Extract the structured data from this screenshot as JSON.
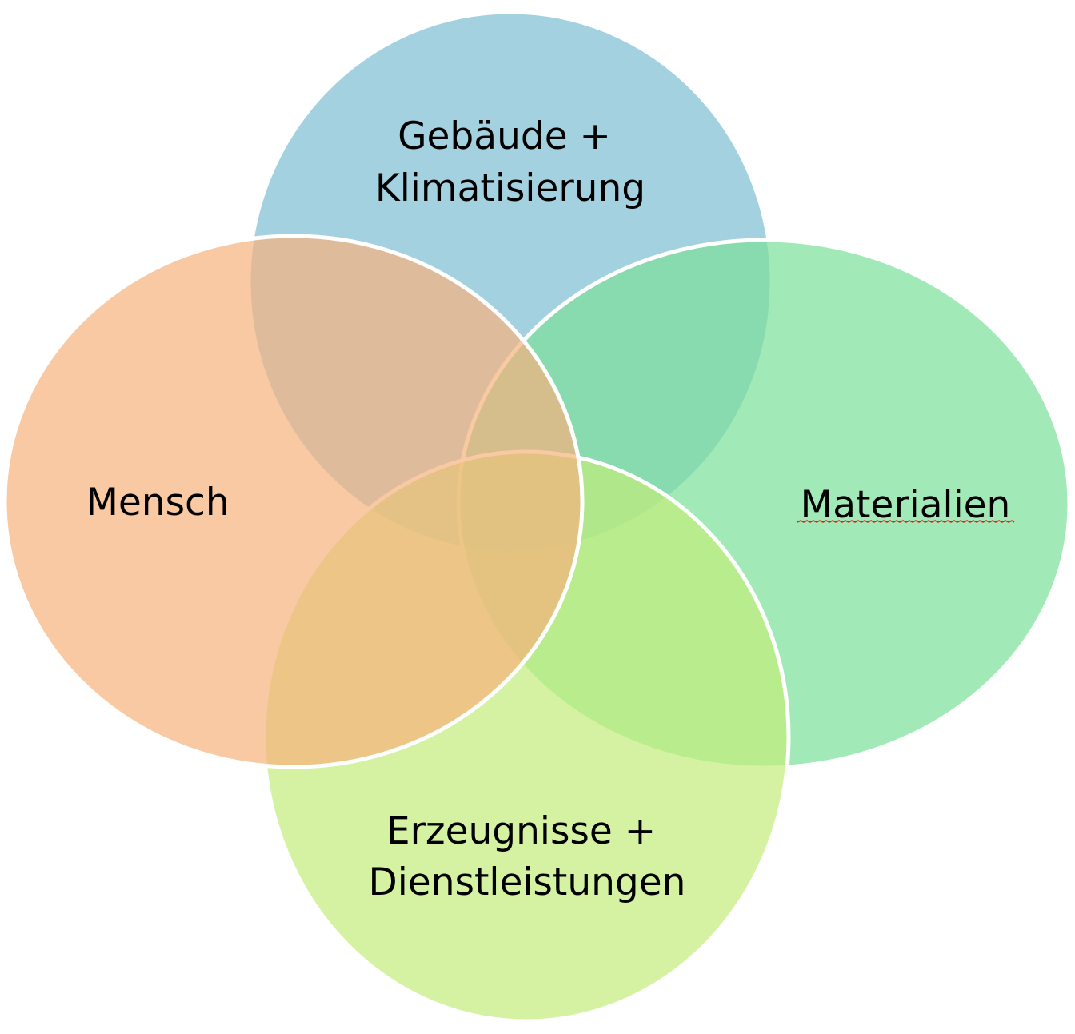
{
  "diagram": {
    "type": "venn",
    "circles": [
      {
        "id": "gebaeude",
        "lines": [
          "Gebäude  +",
          "Klimatisierung"
        ],
        "color": "#7ebdd3"
      },
      {
        "id": "materialien",
        "lines": [
          "Materialien"
        ],
        "color": "#7be09a"
      },
      {
        "id": "erzeugnisse",
        "lines": [
          "Erzeugnisse +",
          "Dienstleistungen"
        ],
        "color": "#c2ec7a"
      },
      {
        "id": "mensch",
        "lines": [
          "Mensch"
        ],
        "color": "#f7b27c"
      }
    ]
  }
}
